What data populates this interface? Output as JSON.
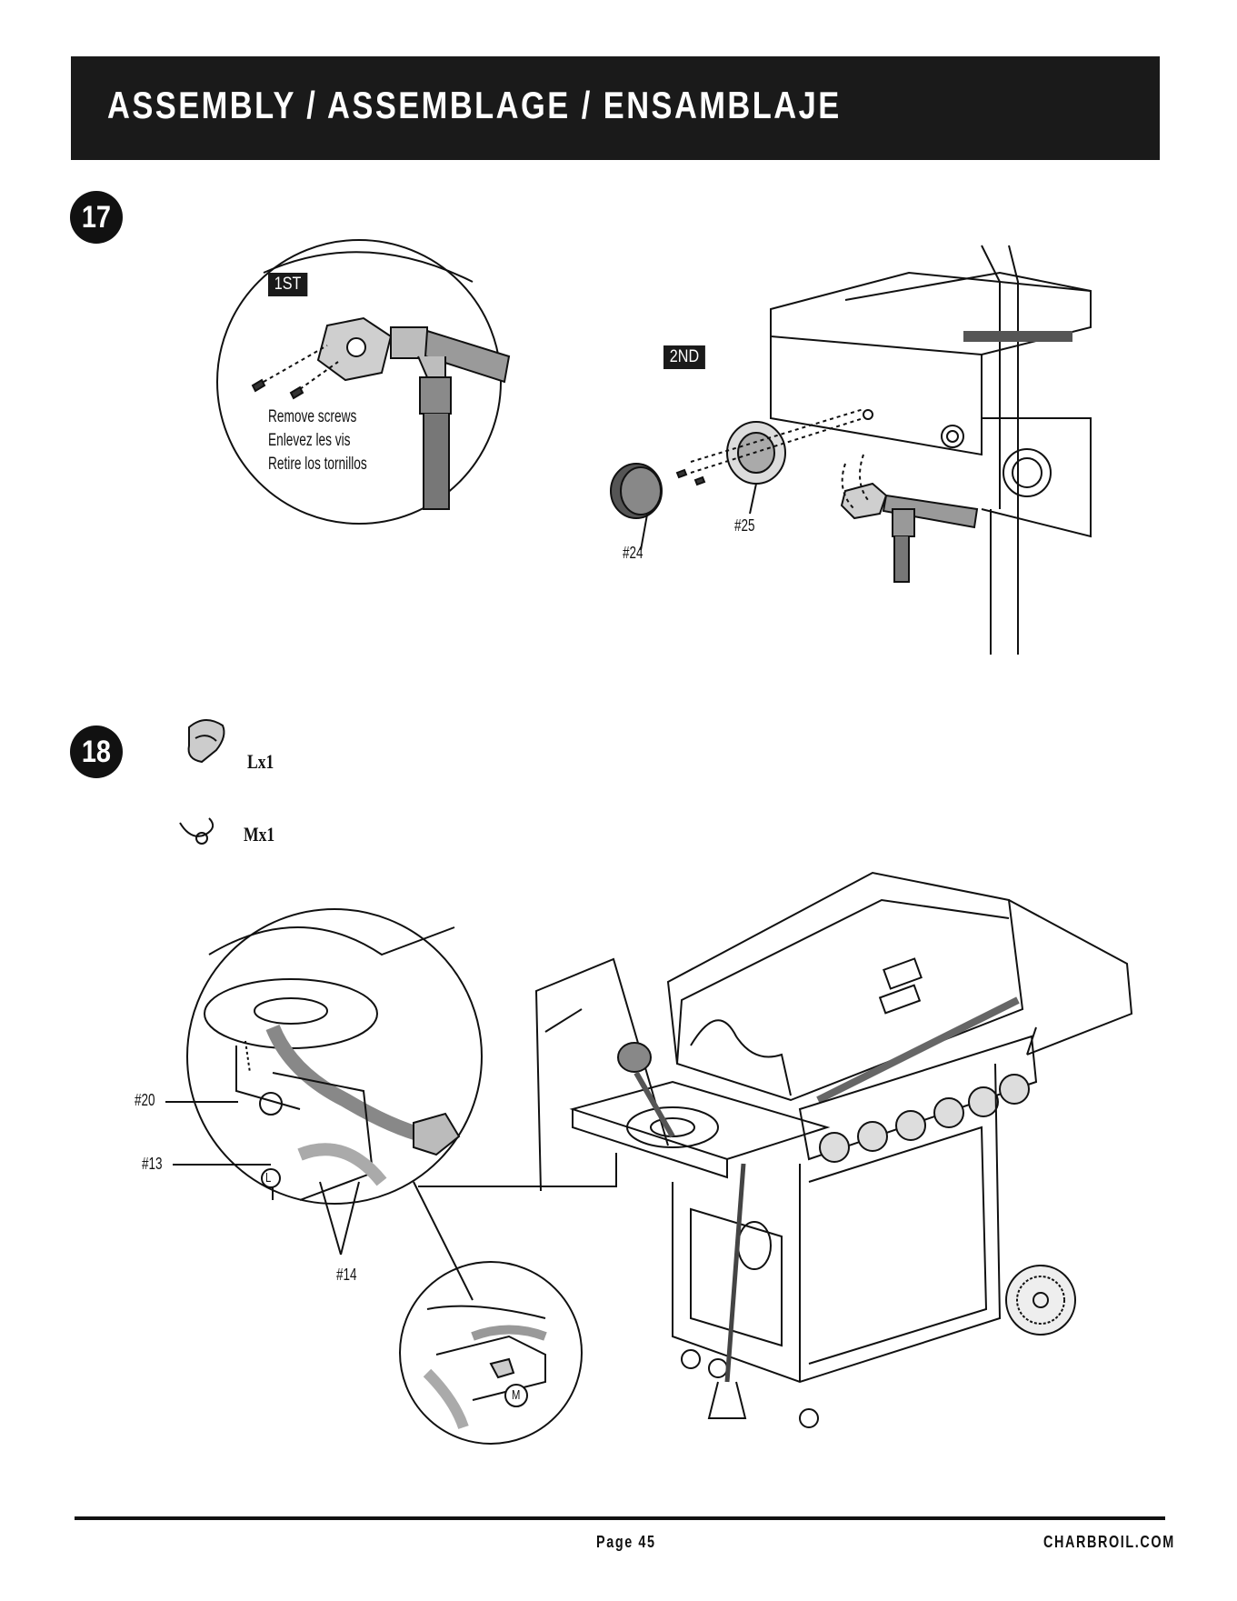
{
  "header": {
    "title": "ASSEMBLY / ASSEMBLAGE / ENSAMBLAJE"
  },
  "step17": {
    "number": "17",
    "first_tag": "1ST",
    "second_tag": "2ND",
    "instructions": [
      "Remove screws",
      "Enlevez les vis",
      "Retire los tornillos"
    ],
    "callouts": [
      "#24",
      "#25"
    ]
  },
  "step18": {
    "number": "18",
    "parts": [
      {
        "label": "Lx1",
        "icon": "handle-clip-icon"
      },
      {
        "label": "Mx1",
        "icon": "wire-clip-icon"
      }
    ],
    "callouts": [
      "#20",
      "#13",
      "#14"
    ],
    "circle_letters": [
      "L",
      "M"
    ]
  },
  "footer": {
    "page": "Page 45",
    "site": "CHARBROIL.COM"
  }
}
